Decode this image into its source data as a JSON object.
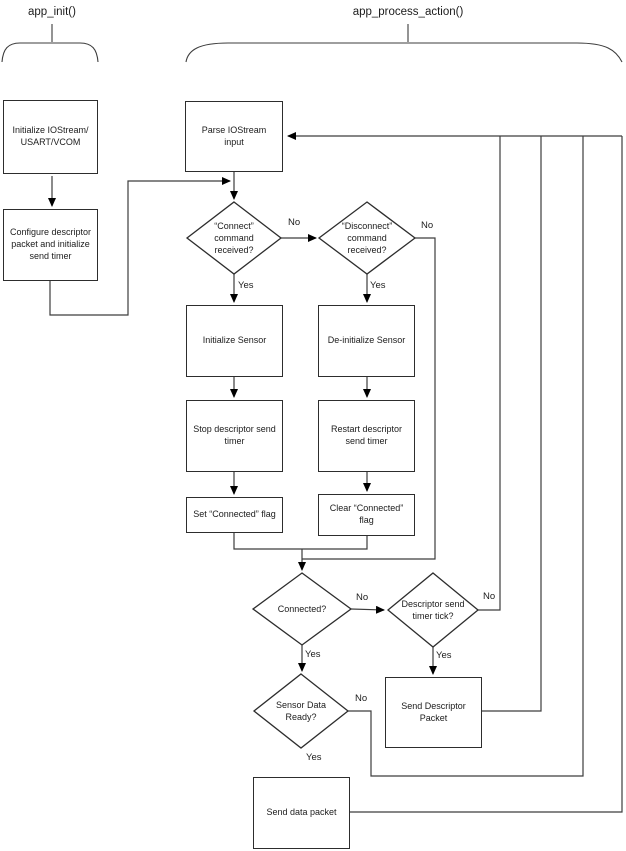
{
  "colors": {
    "background": "#ffffff",
    "connector_line": "#3d3d3d",
    "box_border": "#2d2d2d",
    "arrowhead": "#000000",
    "text": "#1c1c1c"
  },
  "functions": {
    "app_init": "app_init()",
    "app_process_action": "app_process_action()"
  },
  "nodes": {
    "init_iostream": "Initialize IOStream/\nUSART/VCOM",
    "configure_descriptor": "Configure descriptor\npacket and initialize\nsend timer",
    "parse_iostream": "Parse IOStream\ninput",
    "initialize_sensor": "Initialize Sensor",
    "deinitialize_sensor": "De-initialize Sensor",
    "stop_timer": "Stop descriptor send\ntimer",
    "restart_timer": "Restart descriptor\nsend timer",
    "set_connected": "Set “Connected” flag",
    "clear_connected": "Clear “Connected”\nflag",
    "send_descriptor": "Send Descriptor\nPacket",
    "send_data": "Send data packet"
  },
  "decisions": {
    "connect": "“Connect”\ncommand\nreceived?",
    "disconnect": "“Disconnect”\ncommand\nreceived?",
    "connected": "Connected?",
    "timer_tick": "Descriptor send\ntimer tick?",
    "sensor_ready": "Sensor Data\nReady?"
  },
  "edge_labels": {
    "connect_no": "No",
    "connect_yes": "Yes",
    "disconnect_no": "No",
    "disconnect_yes": "Yes",
    "connected_no": "No",
    "connected_yes": "Yes",
    "timer_tick_no": "No",
    "timer_tick_yes": "Yes",
    "sensor_ready_no": "No",
    "sensor_ready_yes": "Yes"
  }
}
